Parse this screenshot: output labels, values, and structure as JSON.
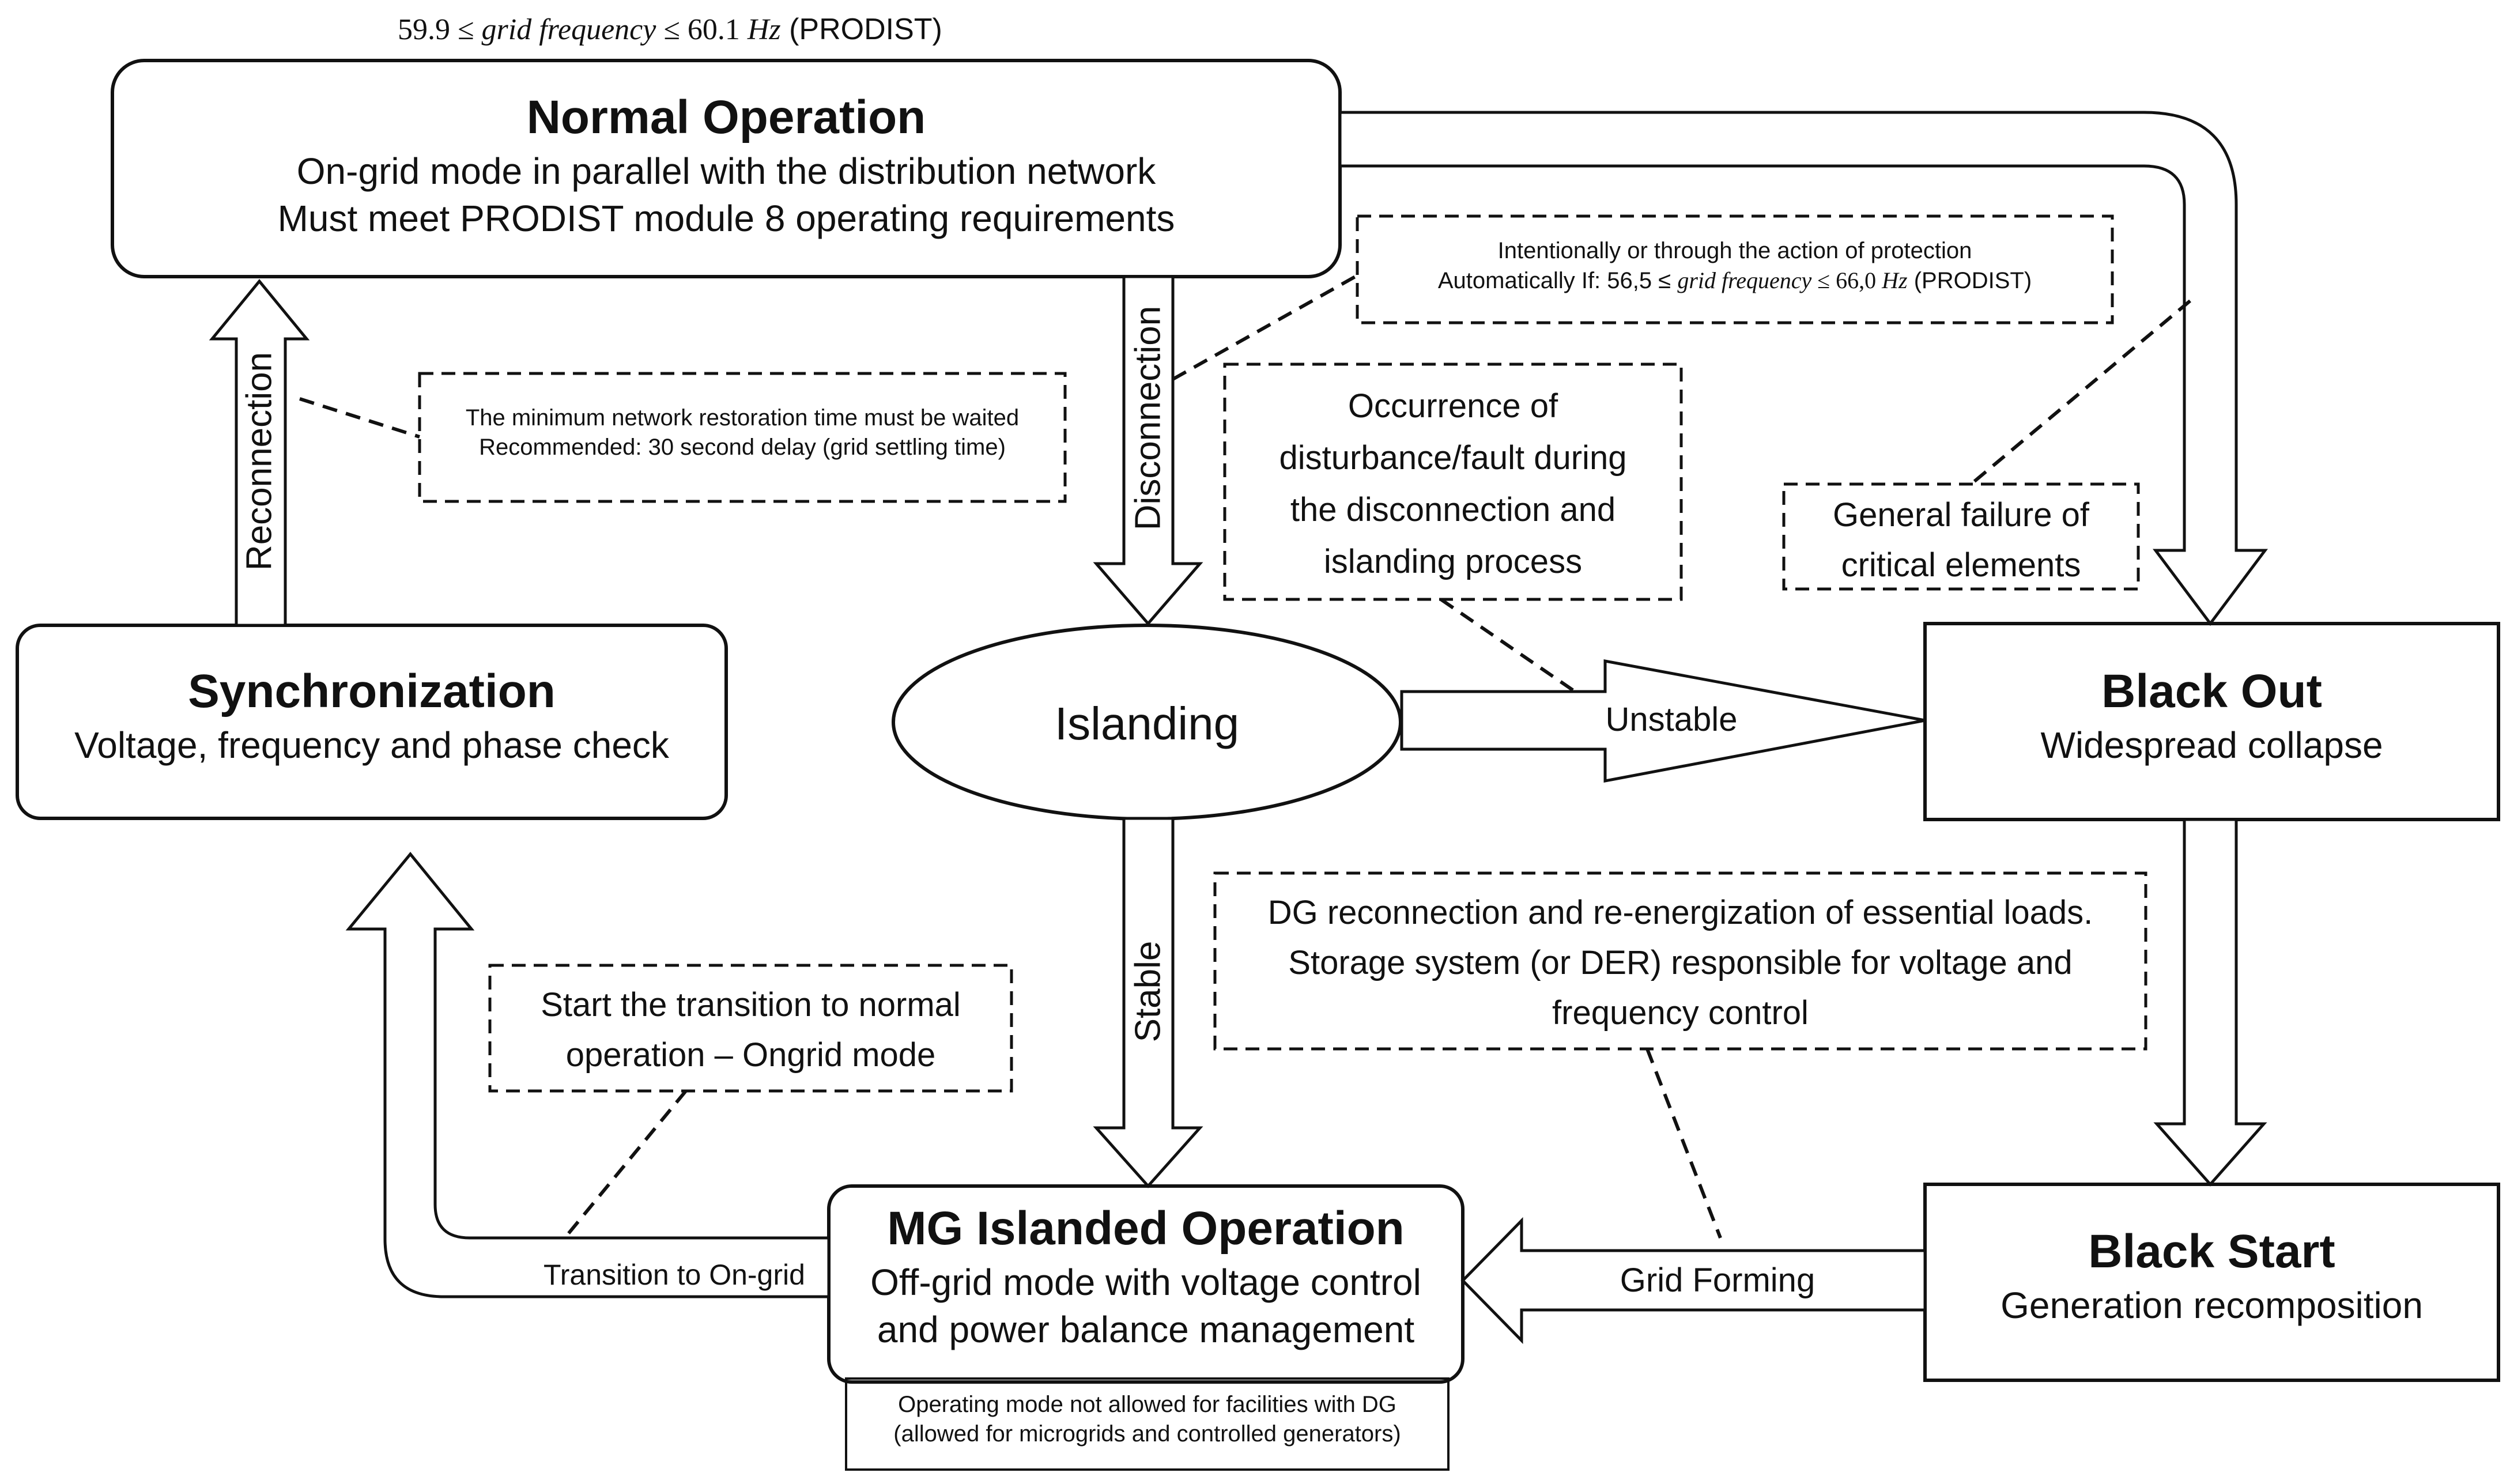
{
  "top_condition": {
    "prefix": "59.9 ≤ ",
    "var": "grid frequency",
    "suffix": " ≤ 60.1 ",
    "unit": "Hz",
    "tail": " (PRODIST)"
  },
  "states": {
    "normal": {
      "title": "Normal Operation",
      "line1": "On-grid mode in parallel with the distribution network",
      "line2": "Must meet PRODIST module 8 operating requirements"
    },
    "synchronization": {
      "title": "Synchronization",
      "line1": "Voltage, frequency and phase check"
    },
    "islanding": {
      "title": "Islanding"
    },
    "blackout": {
      "title": "Black Out",
      "line1": "Widespread collapse"
    },
    "mg_islanded": {
      "title": "MG Islanded Operation",
      "line1": "Off-grid mode with voltage control",
      "line2": "and power balance management",
      "footnote1": "Operating mode not allowed for facilities with DG",
      "footnote2": "(allowed for microgrids and controlled generators)"
    },
    "blackstart": {
      "title": "Black Start",
      "line1": "Generation recomposition"
    }
  },
  "transitions": {
    "reconnection": "Reconnection",
    "disconnection": "Disconnection",
    "stable": "Stable",
    "unstable": "Unstable",
    "grid_forming": "Grid Forming",
    "to_ongrid": "Transition to On-grid"
  },
  "notes": {
    "restoration": {
      "line1": "The minimum network restoration time must be waited",
      "line2": "Recommended: 30 second delay (grid settling time)"
    },
    "protection": {
      "line1": "Intentionally or through the action of protection",
      "line2_prefix": "Automatically If: 56,5 ≤ ",
      "line2_var": "grid frequency",
      "line2_suffix": " ≤ 66,0 ",
      "line2_unit": "Hz",
      "line2_tail": " (PRODIST)"
    },
    "disturbance": {
      "line1": "Occurrence of",
      "line2": "disturbance/fault during",
      "line3": "the disconnection and",
      "line4": "islanding process"
    },
    "general_failure": {
      "line1": "General failure of",
      "line2": "critical elements"
    },
    "dg_reconnection": {
      "line1": "DG reconnection and re-energization of essential loads.",
      "line2": "Storage system (or DER) responsible for voltage and",
      "line3": "frequency control"
    },
    "start_transition": {
      "line1": "Start the transition to normal",
      "line2": "operation – Ongrid mode"
    }
  }
}
